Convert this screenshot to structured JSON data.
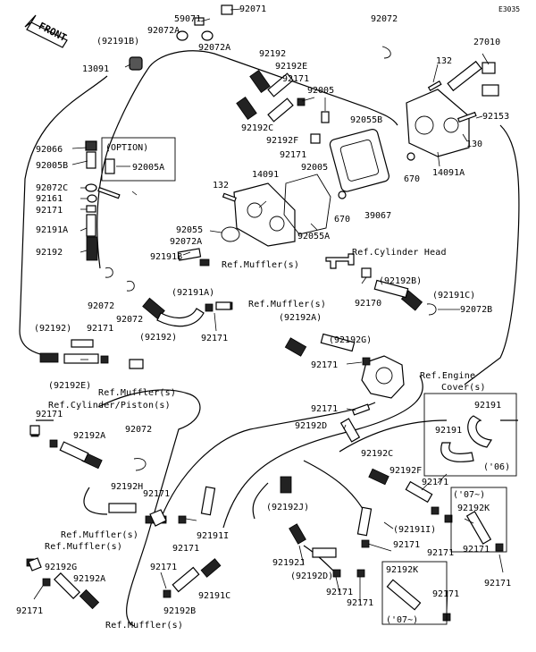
{
  "code": "E3035",
  "front": "FRONT",
  "option": "(OPTION)",
  "labels": {
    "l59071": "59071",
    "l92071": "92071",
    "l92072a_t": "92072A",
    "l92191b_t": "(92191B)",
    "l92072a_t2": "92072A",
    "l92072_t": "92072",
    "l27010": "27010",
    "l13091": "13091",
    "l132_t": "132",
    "l92192_t": "92192",
    "l92192e_t": "92192E",
    "l92171_t1": "92171",
    "l92005_t": "92005",
    "l92055b": "92055B",
    "l92153": "92153",
    "l92192c_t": "92192C",
    "l92192f_t": "92192F",
    "l92171_t2": "92171",
    "l92005_m": "92005",
    "l130": "130",
    "l14091a": "14091A",
    "l670_a": "670",
    "l670_b": "670",
    "l39067": "39067",
    "l92066": "92066",
    "l92005b": "92005B",
    "l92005a": "92005A",
    "l14091": "14091",
    "l92072c": "92072C",
    "l92161": "92161",
    "l92171_l": "92171",
    "l132_m": "132",
    "l92191a": "92191A",
    "l92055": "92055",
    "l92055a": "92055A",
    "l92072a_m": "92072A",
    "l92192_l": "92192",
    "l92191b_m": "92191B",
    "l92192b_p": "(92192B)",
    "l92170": "92170",
    "l92191c_p": "(92191C)",
    "l92072_l1": "92072",
    "l92072_l2": "92072",
    "l92191a_p": "(92191A)",
    "l92072b": "92072B",
    "l92192_p": "(92192)",
    "l92171_m": "92171",
    "l92192a_p": "(92192A)",
    "l92192_p2": "(92192)",
    "l92171_m2": "92171",
    "l92192g_p": "(92192G)",
    "l92192e_p": "(92192E)",
    "l92171_m3": "92171",
    "l92171_m4": "92171",
    "l92192d": "92192D",
    "l92191_r1": "92191",
    "l92191_r2": "92191",
    "l06": "('06)",
    "l92171_c1": "92171",
    "l92192a_c": "92192A",
    "l92072_c": "92072",
    "l92192c_c": "92192C",
    "l92192f_c": "92192F",
    "l92171_c2": "92171",
    "l07_a": "('07~)",
    "l92192k_a": "92192K",
    "l92192h": "92192H",
    "l92171_c3": "92171",
    "l92192j_c": "(92192J)",
    "l92191i_c": "92191I",
    "l92191i_p": "(92191I)",
    "l92171_c4": "92171",
    "l92171_c5": "92171",
    "l92171_r": "92171",
    "l92192g_b": "92192G",
    "l92192a_b": "92192A",
    "l92171_b1": "92171",
    "l92171_b2": "92171",
    "l92191c_b": "92191C",
    "l92192b_b": "92192B",
    "l92192j_b": "92192J",
    "l92192d_b": "(92192D)",
    "l92171_b3": "92171",
    "l92192k_b": "92192K",
    "l92171_b4": "92171",
    "l92171_b5": "92171",
    "l07_b": "('07~)"
  },
  "refs": {
    "muffler_1": "Ref.Muffler(s)",
    "cyl_head": "Ref.Cylinder Head",
    "muffler_2": "Ref.Muffler(s)",
    "muffler_3": "Ref.Muffler(s)",
    "engine_cover_1": "Ref.Engine",
    "engine_cover_2": "Cover(s)",
    "cyl_piston": "Ref.Cylinder/Piston(s)",
    "muffler_4": "Ref.Muffler(s)",
    "muffler_5": "Ref.Muffler(s)",
    "muffler_6": "Ref.Muffler(s)"
  }
}
